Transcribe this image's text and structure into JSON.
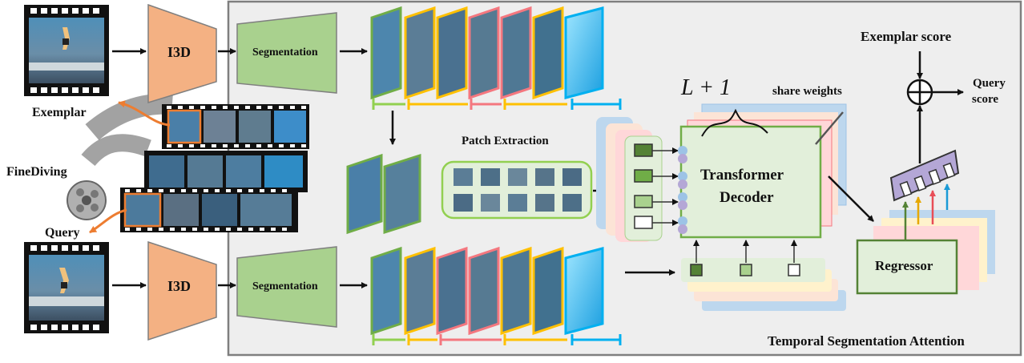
{
  "labels": {
    "exemplar": "Exemplar",
    "query": "Query",
    "dataset": "FineDiving",
    "i3d_top": "I3D",
    "i3d_bottom": "I3D",
    "segmentation_top": "Segmentation",
    "segmentation_bottom": "Segmentation",
    "patch_extraction": "Patch Extraction",
    "layers": "L + 1",
    "share_weights": "share weights",
    "transformer_line1": "Transformer",
    "transformer_line2": "Decoder",
    "regressor": "Regressor",
    "exemplar_score": "Exemplar score",
    "query_score_line1": "Query",
    "query_score_line2": "score",
    "module_title": "Temporal Segmentation Attention"
  },
  "colors": {
    "i3d": "#f4b183",
    "segmentation": "#a9d18e",
    "segment_green": "#70ad47",
    "segment_yellow": "#ffc000",
    "segment_red": "#f4777f",
    "segment_blue": "#00b0f0",
    "module_bg": "#eeeeee",
    "decoder_bg": "#e2efda",
    "aggregator": "#b4a7d6"
  }
}
